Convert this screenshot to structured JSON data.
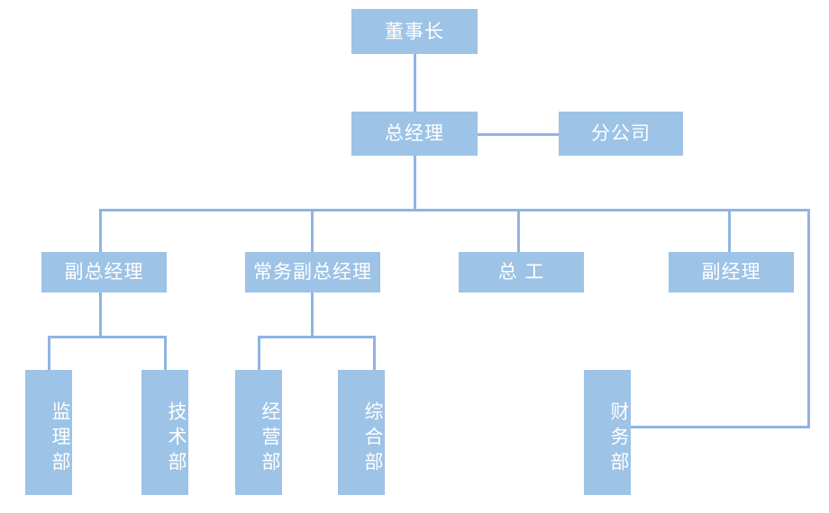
{
  "chart_data": {
    "type": "diagram",
    "diagram_kind": "organizational-chart",
    "title": "",
    "orientation": "top-down",
    "colors": {
      "node_fill": "#9dc3e6",
      "node_text": "#ffffff",
      "connector": "#8fb4e3",
      "background": "#ffffff"
    },
    "levels": [
      [
        "董事长"
      ],
      [
        "总经理",
        "分公司"
      ],
      [
        "副总经理",
        "常务副总经理",
        "总 工",
        "副经理"
      ],
      [
        "监理部",
        "技术部",
        "经营部",
        "综合部",
        "财务部"
      ]
    ],
    "edges": [
      {
        "from": "董事长",
        "to": "总经理"
      },
      {
        "from": "总经理",
        "to": "分公司"
      },
      {
        "from": "总经理",
        "to": "副总经理"
      },
      {
        "from": "总经理",
        "to": "常务副总经理"
      },
      {
        "from": "总经理",
        "to": "总 工"
      },
      {
        "from": "总经理",
        "to": "副经理"
      },
      {
        "from": "副总经理",
        "to": "监理部"
      },
      {
        "from": "副总经理",
        "to": "技术部"
      },
      {
        "from": "常务副总经理",
        "to": "经营部"
      },
      {
        "from": "常务副总经理",
        "to": "综合部"
      },
      {
        "from": "副经理",
        "to": "财务部"
      }
    ]
  },
  "nodes": {
    "chairman": "董事长",
    "general_manager": "总经理",
    "branch_company": "分公司",
    "deputy_general_manager": "副总经理",
    "executive_deputy_general_manager": "常务副总经理",
    "chief_engineer": "总 工",
    "deputy_manager": "副经理",
    "supervision_dept": "监理部",
    "technology_dept": "技术部",
    "operations_dept": "经营部",
    "general_affairs_dept": "综合部",
    "finance_dept": "财务部"
  }
}
